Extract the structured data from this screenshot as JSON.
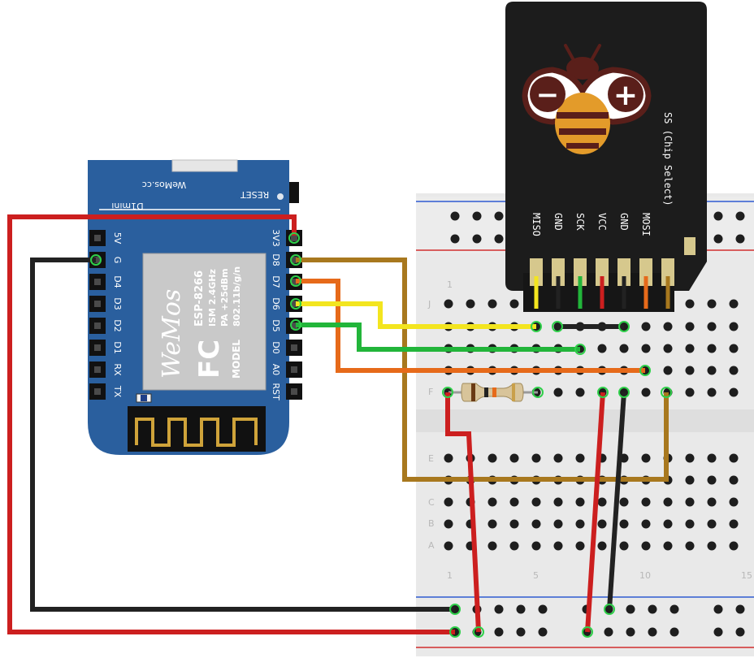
{
  "board": {
    "brand": "WeMos.cc",
    "model_name": "D1mini",
    "reset_label": "RESET",
    "left_pins": [
      "5V",
      "G",
      "D4",
      "D3",
      "D2",
      "D1",
      "RX",
      "TX"
    ],
    "right_pins": [
      "3V3",
      "D8",
      "D7",
      "D6",
      "D5",
      "D0",
      "A0",
      "RST"
    ],
    "module": {
      "logo": "WeMos",
      "fcc": "FC",
      "model_label": "MODEL",
      "chip": "ESP-8266",
      "freq": "ISM 2.4GHz",
      "power": "PA +25dBm",
      "standard": "802.11b/g/n"
    }
  },
  "sd_module": {
    "pins": [
      "MISO",
      "GND",
      "SCK",
      "VCC",
      "GND",
      "MOSI",
      "SS (Chip Select)"
    ],
    "logo_minus": "−",
    "logo_plus": "+"
  },
  "breadboard": {
    "row_letters_top": [
      "J",
      "F"
    ],
    "row_letters_bottom": [
      "E",
      "C",
      "B",
      "A"
    ],
    "col_numbers": [
      "1",
      "5",
      "10",
      "15"
    ]
  },
  "colors": {
    "red": "#cc1f1f",
    "black": "#222222",
    "brown": "#a8781e",
    "orange": "#e66a1a",
    "yellow": "#f3e51f",
    "green": "#22b53a",
    "board_blue": "#2a5f9e",
    "sd_black": "#1c1c1c"
  }
}
